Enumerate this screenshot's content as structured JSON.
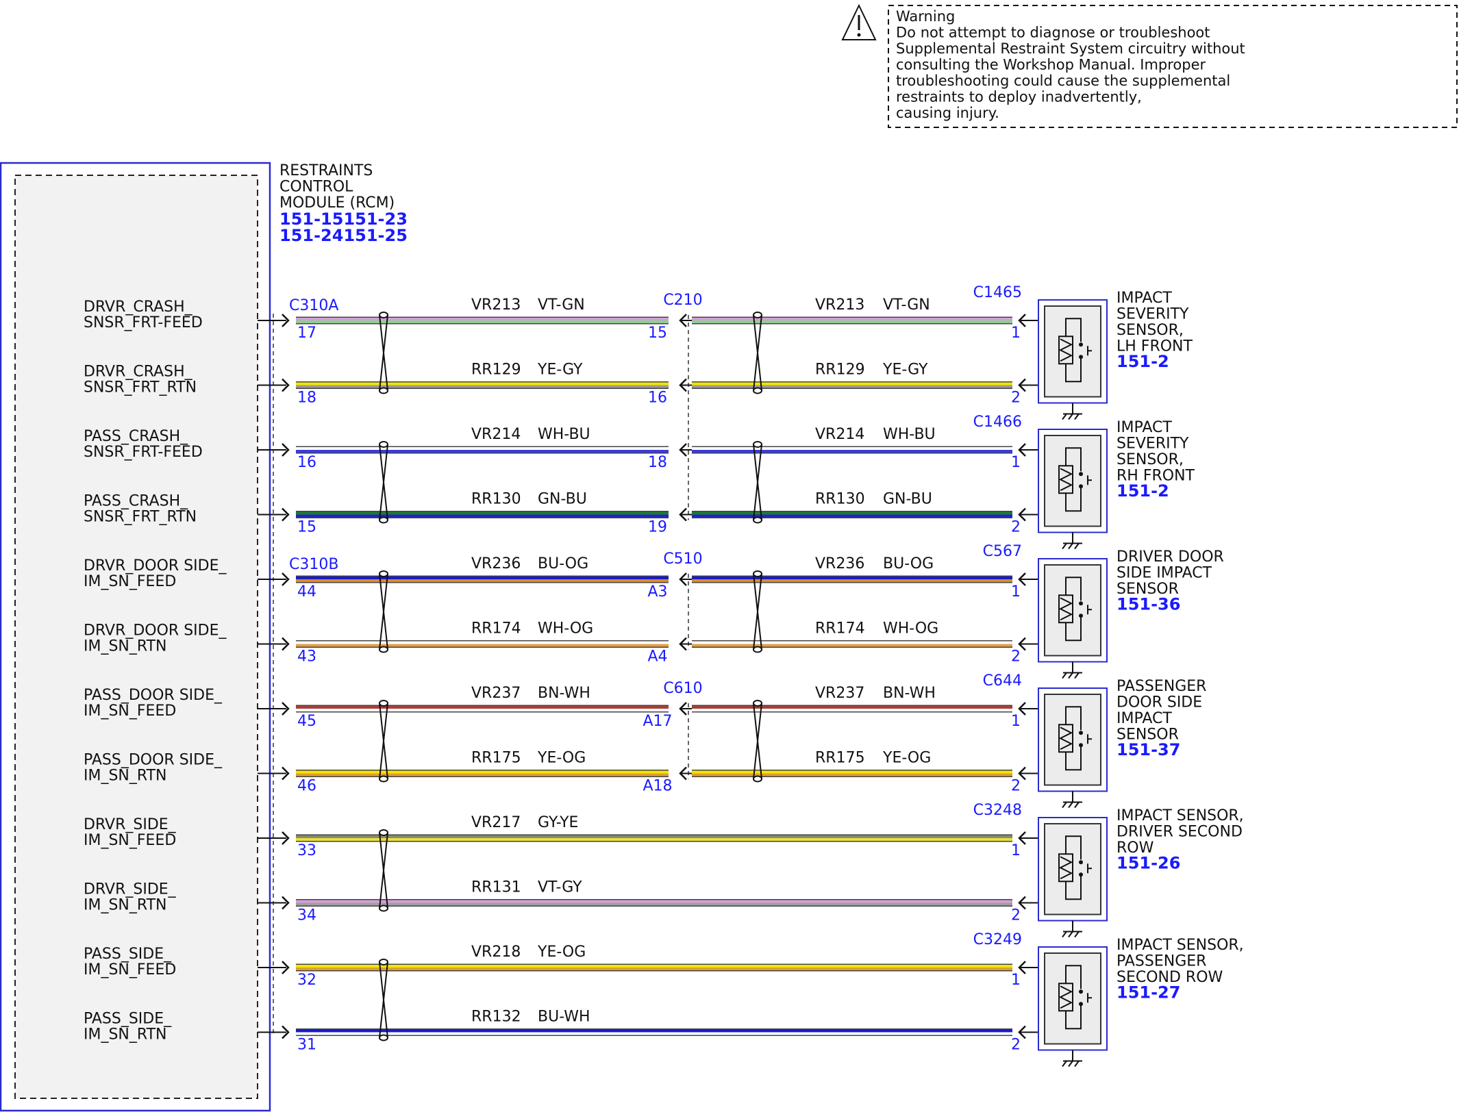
{
  "warning": {
    "icon": "warning-triangle-icon",
    "lines": [
      "Warning",
      "Do not attempt to diagnose or troubleshoot",
      "Supplemental Restraint System circuitry without",
      "consulting the Workshop Manual. Improper",
      "troubleshooting could cause the supplemental",
      "restraints to deploy inadvertently,",
      "causing injury."
    ]
  },
  "module": {
    "name_lines": [
      "RESTRAINTS",
      "CONTROL",
      "MODULE (RCM)"
    ],
    "ref_lines": [
      "151-15151-23",
      "151-24151-25"
    ]
  },
  "signals": [
    [
      "DRVR_CRASH_",
      "SNSR_FRT-FEED"
    ],
    [
      "DRVR_CRASH_",
      "SNSR_FRT_RTN"
    ],
    [
      "PASS_CRASH_",
      "SNSR_FRT-FEED"
    ],
    [
      "PASS_CRASH_",
      "SNSR_FRT_RTN"
    ],
    [
      "DRVR_DOOR SIDE_",
      "IM_SN_FEED"
    ],
    [
      "DRVR_DOOR SIDE_",
      "IM_SN_RTN"
    ],
    [
      "PASS_DOOR SIDE_",
      "IM_SN_FEED"
    ],
    [
      "PASS_DOOR SIDE_",
      "IM_SN_RTN"
    ],
    [
      "DRVR_SIDE_",
      "IM_SN_FEED"
    ],
    [
      "DRVR_SIDE_",
      "IM_SN_RTN"
    ],
    [
      "PASS_SIDE_",
      "IM_SN_FEED"
    ],
    [
      "PASS_SIDE_",
      "IM_SN_RTN"
    ]
  ],
  "module_connectors": [
    {
      "name": "C310A",
      "first_wire": 0
    },
    {
      "name": "C310B",
      "first_wire": 4
    }
  ],
  "inline_connectors": [
    {
      "name": "C210",
      "first_wire": 0
    },
    {
      "name": "C510",
      "first_wire": 4
    },
    {
      "name": "C610",
      "first_wire": 6
    }
  ],
  "wires": [
    {
      "circuit": "VR213",
      "color": "VT-GN",
      "module_pin": "17",
      "inline_pin": "15",
      "sensor_pin": "1",
      "stripes": [
        "#d49ed8",
        "#8fd08f"
      ]
    },
    {
      "circuit": "RR129",
      "color": "YE-GY",
      "module_pin": "18",
      "inline_pin": "16",
      "sensor_pin": "2",
      "stripes": [
        "#f3e600",
        "#9a9a9a"
      ]
    },
    {
      "circuit": "VR214",
      "color": "WH-BU",
      "module_pin": "16",
      "inline_pin": "18",
      "sensor_pin": "1",
      "stripes": [
        "#ffffff",
        "#3a3adf"
      ]
    },
    {
      "circuit": "RR130",
      "color": "GN-BU",
      "module_pin": "15",
      "inline_pin": "19",
      "sensor_pin": "2",
      "stripes": [
        "#1e7a2e",
        "#2222cc"
      ]
    },
    {
      "circuit": "VR236",
      "color": "BU-OG",
      "module_pin": "44",
      "inline_pin": "A3",
      "sensor_pin": "1",
      "stripes": [
        "#1a1acc",
        "#e08a2a"
      ]
    },
    {
      "circuit": "RR174",
      "color": "WH-OG",
      "module_pin": "43",
      "inline_pin": "A4",
      "sensor_pin": "2",
      "stripes": [
        "#ffffff",
        "#e3a04a"
      ]
    },
    {
      "circuit": "VR237",
      "color": "BN-WH",
      "module_pin": "45",
      "inline_pin": "A17",
      "sensor_pin": "1",
      "stripes": [
        "#a8403a",
        "#ffffff"
      ]
    },
    {
      "circuit": "RR175",
      "color": "YE-OG",
      "module_pin": "46",
      "inline_pin": "A18",
      "sensor_pin": "2",
      "stripes": [
        "#f3e600",
        "#e0a030"
      ]
    },
    {
      "circuit": "VR217",
      "color": "GY-YE",
      "module_pin": "33",
      "inline_pin": null,
      "sensor_pin": "1",
      "stripes": [
        "#8a8a6a",
        "#e8e040"
      ]
    },
    {
      "circuit": "RR131",
      "color": "VT-GY",
      "module_pin": "34",
      "inline_pin": null,
      "sensor_pin": "2",
      "stripes": [
        "#d49ed8",
        "#a0a0a0"
      ]
    },
    {
      "circuit": "VR218",
      "color": "YE-OG",
      "module_pin": "32",
      "inline_pin": null,
      "sensor_pin": "1",
      "stripes": [
        "#f3e600",
        "#e0a030"
      ]
    },
    {
      "circuit": "RR132",
      "color": "BU-WH",
      "module_pin": "31",
      "inline_pin": null,
      "sensor_pin": "2",
      "stripes": [
        "#1a1acc",
        "#ffffff"
      ]
    }
  ],
  "sensors": [
    {
      "connector": "C1465",
      "label_lines": [
        "IMPACT",
        "SEVERITY",
        "SENSOR,",
        "LH FRONT"
      ],
      "ref": "151-2"
    },
    {
      "connector": "C1466",
      "label_lines": [
        "IMPACT",
        "SEVERITY",
        "SENSOR,",
        "RH FRONT"
      ],
      "ref": "151-2"
    },
    {
      "connector": "C567",
      "label_lines": [
        "DRIVER DOOR",
        "SIDE IMPACT",
        "SENSOR"
      ],
      "ref": "151-36"
    },
    {
      "connector": "C644",
      "label_lines": [
        "PASSENGER",
        "DOOR SIDE",
        "IMPACT",
        "SENSOR"
      ],
      "ref": "151-37"
    },
    {
      "connector": "C3248",
      "label_lines": [
        "IMPACT SENSOR,",
        "DRIVER SECOND",
        "ROW"
      ],
      "ref": "151-26"
    },
    {
      "connector": "C3249",
      "label_lines": [
        "IMPACT SENSOR,",
        "PASSENGER",
        "SECOND ROW"
      ],
      "ref": "151-27"
    }
  ]
}
